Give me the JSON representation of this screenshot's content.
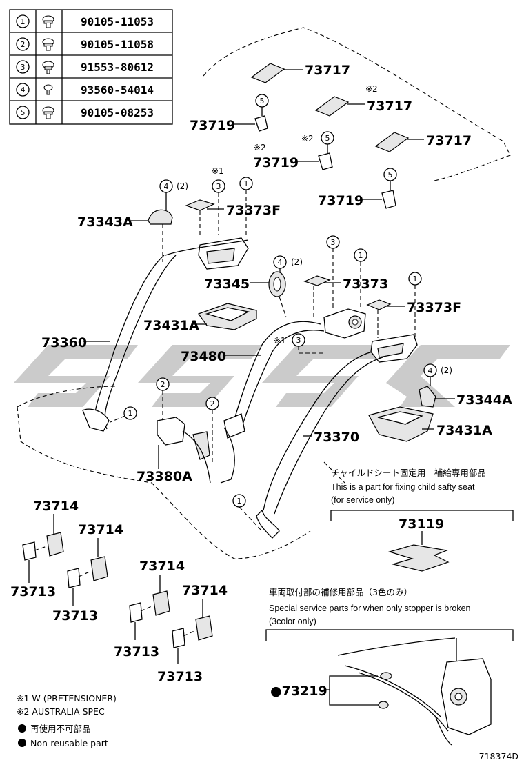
{
  "bolt_table": {
    "rows": [
      {
        "index": "1",
        "icon": "bolt-flange-icon",
        "code": "90105-11053"
      },
      {
        "index": "2",
        "icon": "bolt-flange-icon",
        "code": "90105-11058"
      },
      {
        "index": "3",
        "icon": "bolt-shoulder-icon",
        "code": "91553-80612"
      },
      {
        "index": "4",
        "icon": "screw-small-icon",
        "code": "93560-54014"
      },
      {
        "index": "5",
        "icon": "bolt-flange-icon",
        "code": "90105-08253"
      }
    ]
  },
  "parts": {
    "p73717_a": "73717",
    "p73717_b": "73717",
    "p73717_c": "73717",
    "p73719_a": "73719",
    "p73719_b": "73719",
    "p73719_c": "73719",
    "p73343A": "73343A",
    "p73373F_a": "73373F",
    "p73345": "73345",
    "p73373": "73373",
    "p73373F_b": "73373F",
    "p73431A_a": "73431A",
    "p73360": "73360",
    "p73480": "73480",
    "p73344A": "73344A",
    "p73380A": "73380A",
    "p73370": "73370",
    "p73431A_b": "73431A",
    "p73714_a": "73714",
    "p73714_b": "73714",
    "p73714_c": "73714",
    "p73714_d": "73714",
    "p73713_a": "73713",
    "p73713_b": "73713",
    "p73713_c": "73713",
    "p73713_d": "73713",
    "p73119": "73119",
    "p73219": "●73219"
  },
  "marks": {
    "note1": "※1",
    "note2": "※2",
    "qty2": "(2)",
    "c1": "1",
    "c2": "2",
    "c3": "3",
    "c4": "4",
    "c5": "5"
  },
  "child_seat_note": {
    "jp": "チャイルドシート固定用　補給専用部品",
    "en1": "This is a part for fixing child safty seat",
    "en2": "(for service only)"
  },
  "stopper_note": {
    "jp": "車両取付部の補修用部品（3色のみ）",
    "en1": "Special service parts for when only stopper is broken",
    "en2": "(3color only)"
  },
  "legend": {
    "l1": "※1 W (PRETENSIONER)",
    "l2": "※2 AUSTRALIA SPEC",
    "l3": "再使用不可部品",
    "l4": "Non-reusable part"
  },
  "diagram_id": "718374D"
}
